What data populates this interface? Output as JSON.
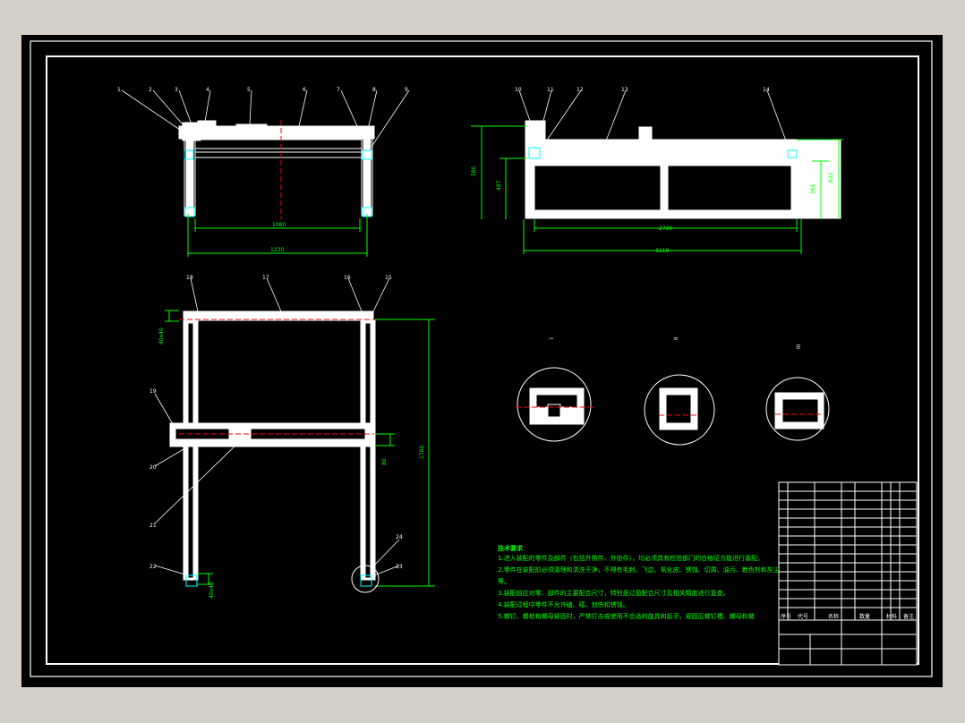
{
  "drawing": {
    "balloons_front": [
      "1",
      "2",
      "3",
      "4",
      "5",
      "6",
      "7",
      "8",
      "9"
    ],
    "balloons_side": [
      "10",
      "11",
      "12",
      "13",
      "14"
    ],
    "balloons_elev_top": [
      "18",
      "17",
      "16",
      "15"
    ],
    "balloons_elev_left": [
      "19",
      "20",
      "21",
      "22"
    ],
    "balloons_elev_right": [
      "24",
      "23"
    ],
    "dims": {
      "front_inner": "1080",
      "front_overall": "1230",
      "side_inner": "2730",
      "side_overall": "3210",
      "side_h_left_outer": "580",
      "side_h_left_inner": "487",
      "side_h_right_inner": "365",
      "side_h_right_outer": "632",
      "elev_height": "1780",
      "elev_top_small": "40x40",
      "elev_mid_small": "80",
      "elev_bottom_small": "40x40"
    },
    "detail_labels": [
      "I",
      "II",
      "III"
    ]
  },
  "notes": {
    "title": "技术要求",
    "lines": [
      "1.进入装配的零件及部件（包括外购件、外协件），均必须具有检验部门的合格证方能进行装配。",
      "2.零件在装配前必须清理和清洗干净，不得有毛刺、飞边、氧化皮、锈蚀、切屑、油污、着色剂和灰尘",
      "等。",
      "3.装配前应对零、部件的主要配合尺寸，特别是过盈配合尺寸及相关精度进行复查。",
      "4.装配过程中零件不允许磕、碰、划伤和锈蚀。",
      "5.螺钉、螺栓和螺母紧固时，严禁打击或使用不合适的旋具和扳手。紧固后螺钉槽、螺母和螺"
    ]
  },
  "title_block": {
    "header": [
      "序号",
      "代号",
      "名称",
      "数量",
      "材料",
      "备注"
    ]
  }
}
